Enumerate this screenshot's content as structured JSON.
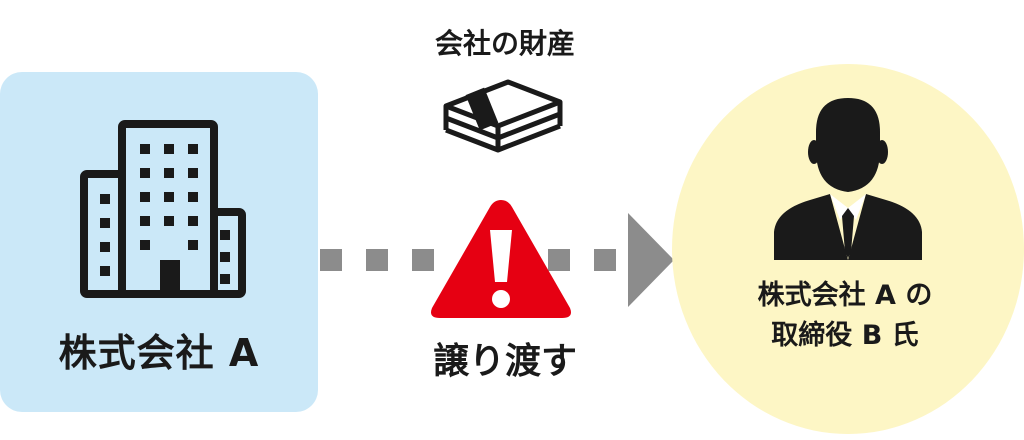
{
  "diagram": {
    "company": {
      "label": "株式会社 A",
      "box_color": "#cbe8f8",
      "icon": "office-building-icon"
    },
    "asset": {
      "title": "会社の財産",
      "icon": "cash-stack-icon"
    },
    "transfer": {
      "label": "譲り渡す",
      "arrow_color": "#8c8c8c",
      "arrow_style": "dashed",
      "warning_icon": "warning-triangle-icon",
      "warning_color": "#e60012"
    },
    "person": {
      "label_line1": "株式会社 A の",
      "label_line2": "取締役 B 氏",
      "circle_color": "#fdf6c5",
      "icon": "businessman-icon"
    }
  }
}
